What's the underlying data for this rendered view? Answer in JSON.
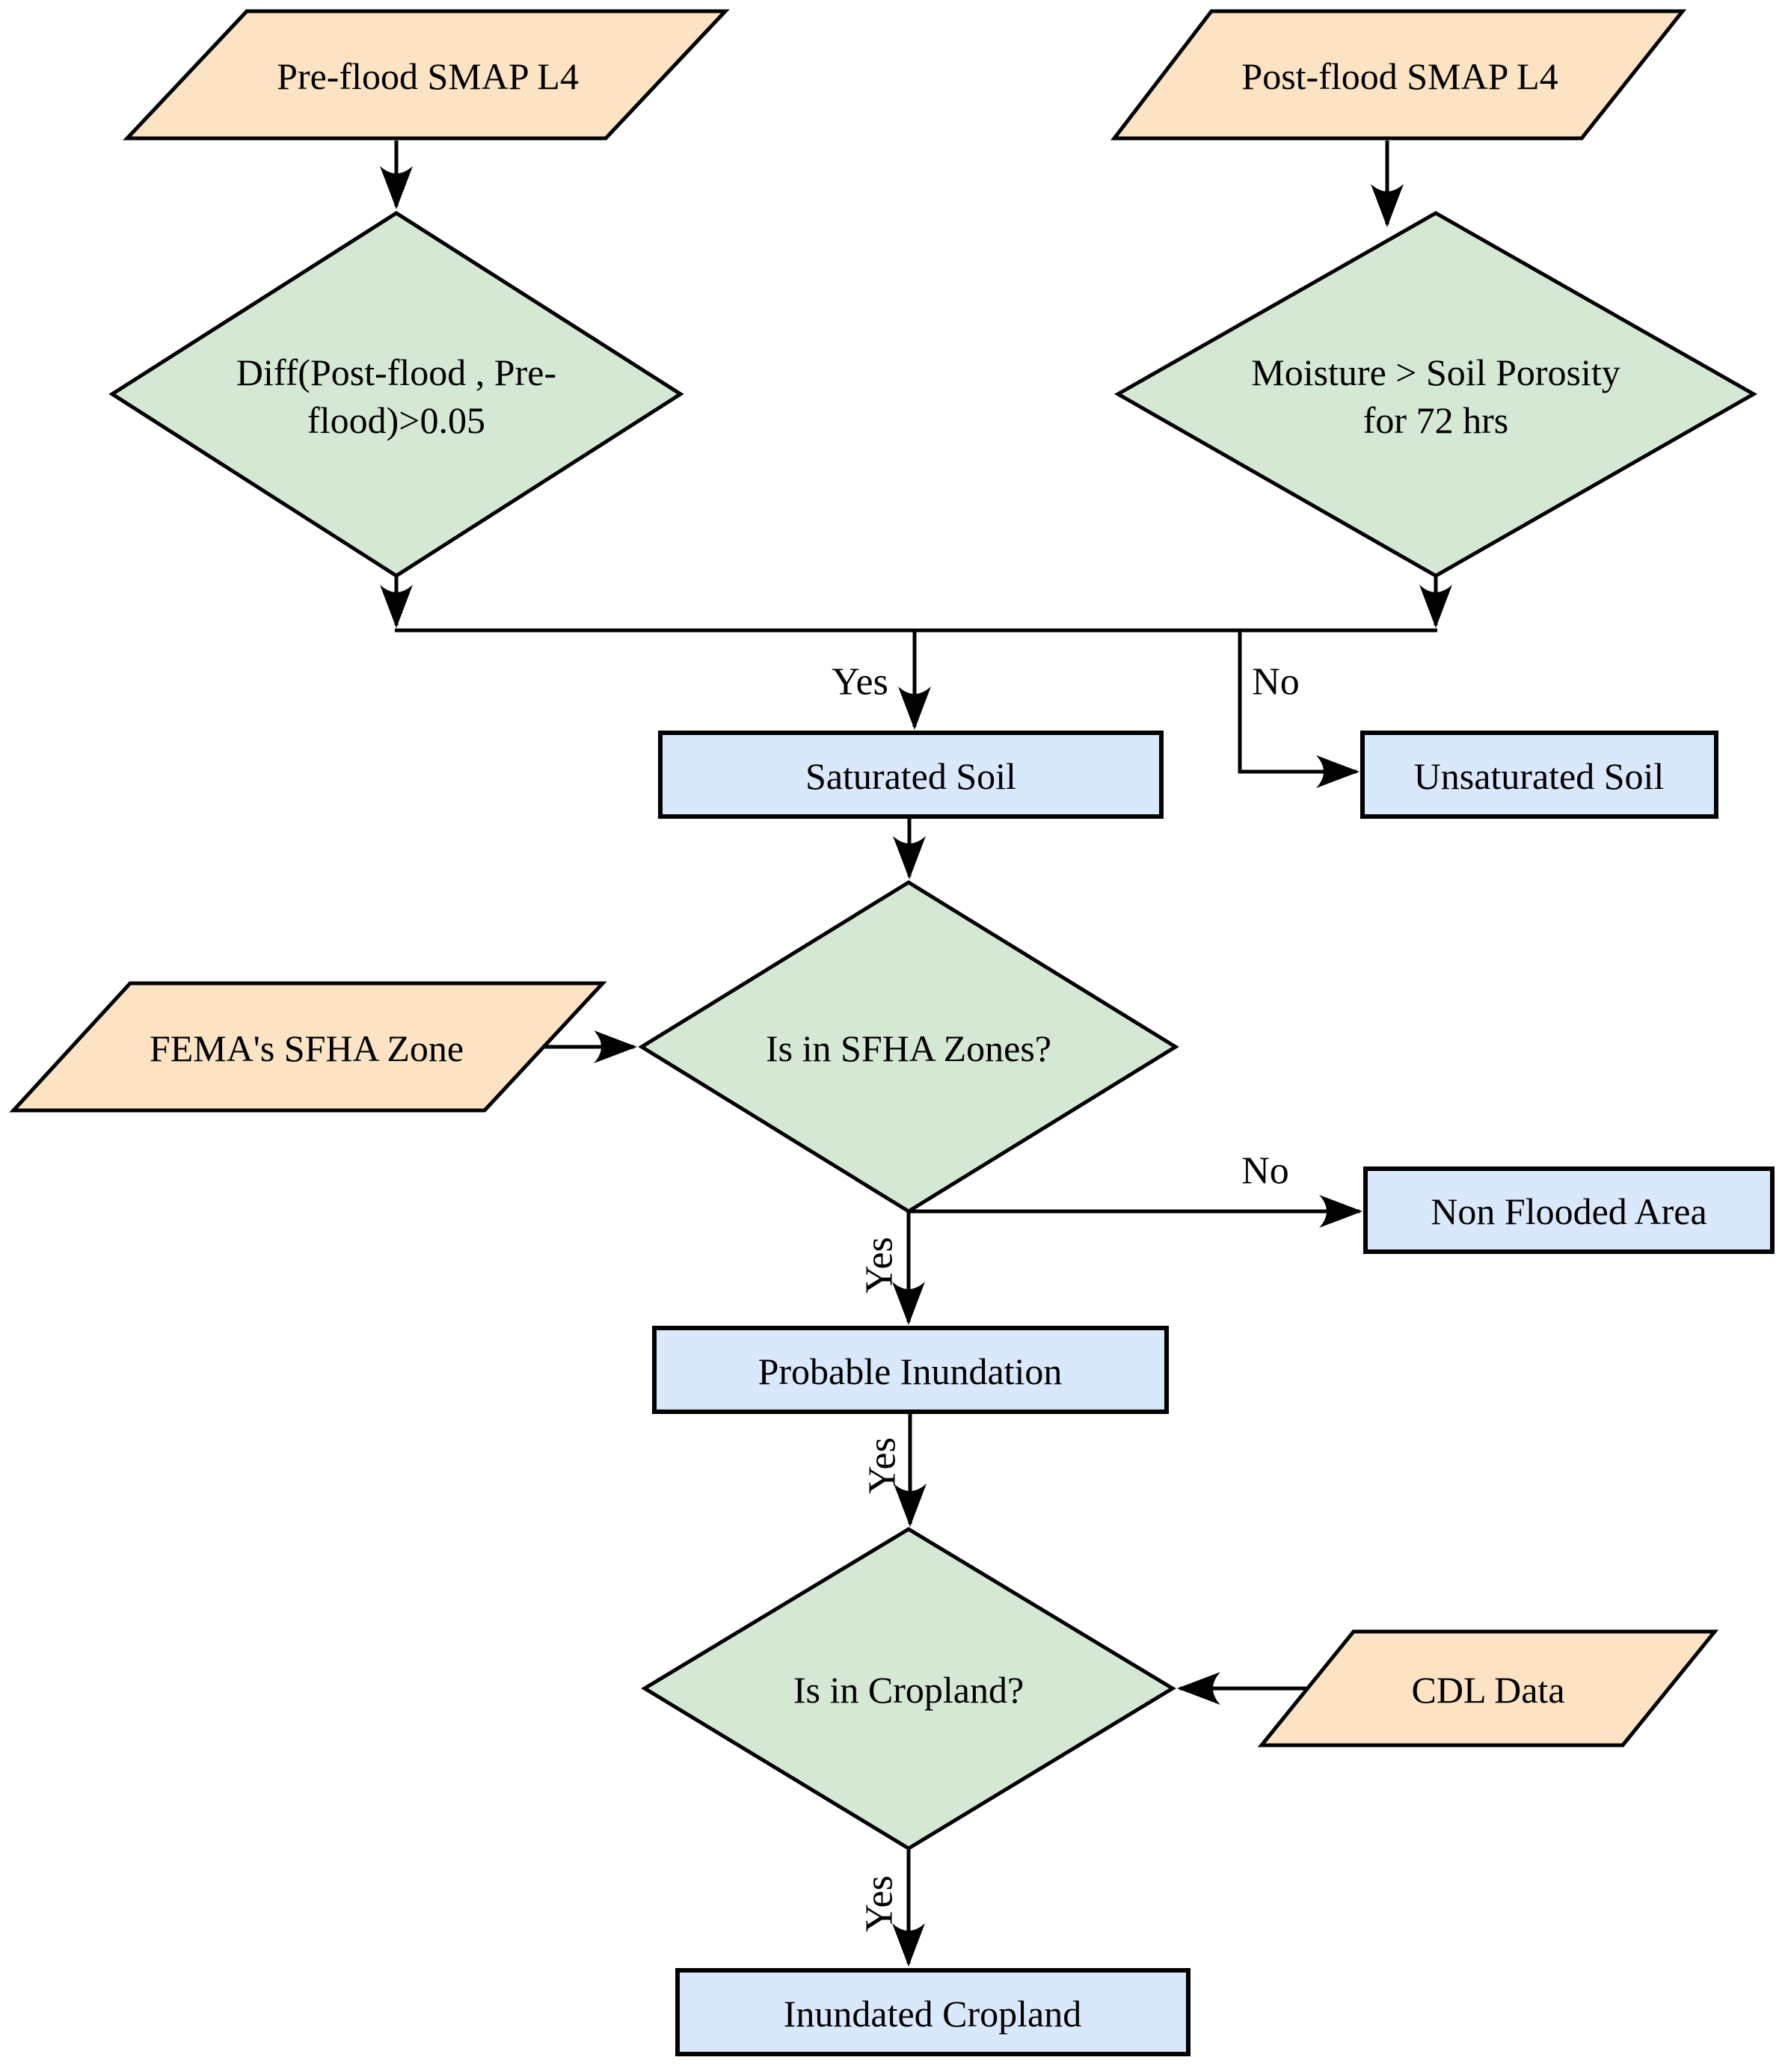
{
  "diagram": {
    "colors": {
      "input_fill": "#FBE3C3",
      "decision_fill": "#D5E8D4",
      "result_fill": "#DAE8FC",
      "stroke": "#000000"
    },
    "nodes": {
      "pre_flood": {
        "label": "Pre-flood SMAP L4"
      },
      "post_flood": {
        "label": "Post-flood SMAP L4"
      },
      "diff_check": {
        "lines": [
          "Diff(Post-flood , Pre-",
          "flood)>0.05"
        ]
      },
      "moisture_check": {
        "lines": [
          "Moisture > Soil Porosity",
          "for 72 hrs"
        ]
      },
      "saturated_soil": {
        "label": "Saturated Soil"
      },
      "unsaturated_soil": {
        "label": "Unsaturated Soil"
      },
      "fema_sfha": {
        "label": "FEMA's SFHA Zone"
      },
      "sfha_check": {
        "label": "Is in SFHA Zones?"
      },
      "non_flooded": {
        "label": "Non Flooded Area"
      },
      "probable_inundation": {
        "label": "Probable Inundation"
      },
      "cropland_check": {
        "label": "Is in Cropland?"
      },
      "cdl_data": {
        "label": "CDL Data"
      },
      "inundated_cropland": {
        "label": "Inundated Cropland"
      }
    },
    "edge_labels": {
      "merge_yes": "Yes",
      "merge_no": "No",
      "sfha_yes": "Yes",
      "sfha_no": "No",
      "probable_yes": "Yes",
      "cropland_yes": "Yes"
    }
  }
}
